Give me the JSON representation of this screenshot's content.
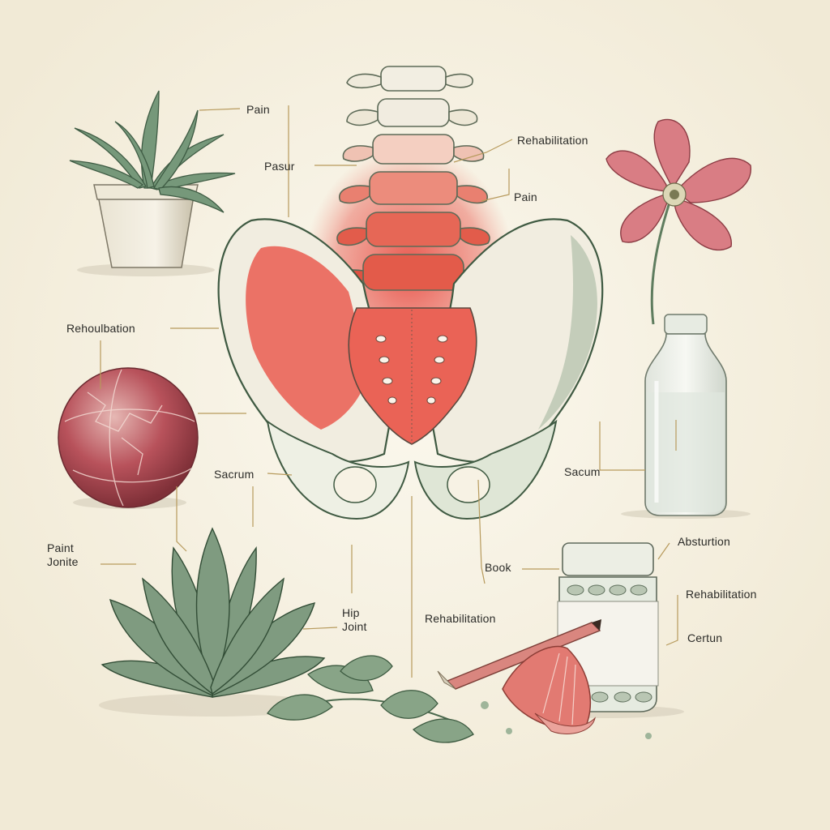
{
  "colors": {
    "background": "#f7f2e4",
    "bone": "#f1ede0",
    "bone_shadow": "#5b7358",
    "inflammation": "#e2473e",
    "foliage": "#6f8f6e",
    "flower": "#cf6f78",
    "ball": "#b8525b",
    "pencil": "#d9867f",
    "leader_line": "#b79a5c",
    "text": "#2b2b28"
  },
  "icons": [
    "potted-plant-icon",
    "spine-pelvis-illustration",
    "flower-icon",
    "water-bottle-icon",
    "ball-icon",
    "succulent-icon",
    "leaves-icon",
    "pill-jar-icon",
    "pencil-icon",
    "grapefruit-slice-icon"
  ],
  "labels": {
    "pain_top": "Pain",
    "pasur": "Pasur",
    "rehabilitation_top": "Rehabilitation",
    "pain_right": "Pain",
    "rehoulbation": "Rehoulbation",
    "sacrum_left": "Sacrum",
    "paint_jonite": "Paint\nJonite",
    "hip_joint": "Hip\nJoint",
    "rehabilitation_center": "Rehabilitation",
    "book": "Book",
    "sacrum_right": "Sacum",
    "absturtion": "Absturtion",
    "rehabilitation_right": "Rehabilitation",
    "certun": "Certun"
  }
}
